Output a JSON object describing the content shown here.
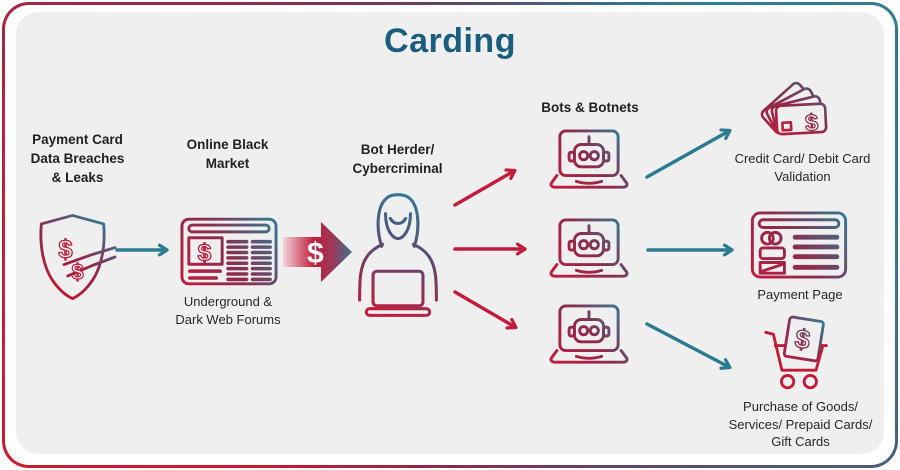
{
  "title": "Carding",
  "palette": {
    "title_teal": "#195e7d",
    "arrow_teal": "#2b7b90",
    "arrow_red": "#c31b3b",
    "maroon": "#8e2a4c",
    "purple": "#5c4870",
    "panel_bg": "#efeff0",
    "label_text": "#242021",
    "dollar_arrow_gradient": [
      "#f0d3da",
      "#c31b3b",
      "#9a3a58",
      "#3f7090"
    ]
  },
  "symbols": {
    "dollar": "$"
  },
  "nodes": {
    "breaches": {
      "label": "Payment Card\nData Breaches\n& Leaks",
      "icon": "shield-card-theft-icon"
    },
    "black_market": {
      "label": "Online Black\nMarket",
      "caption": "Underground &\nDark Web Forums",
      "icon": "dark-web-forum-icon"
    },
    "bot_herder": {
      "label": "Bot Herder/\nCybercriminal",
      "icon": "hooded-hacker-icon"
    },
    "botnets": {
      "label": "Bots & Botnets",
      "icon": "bot-laptop-icon",
      "count": 3
    },
    "outcomes": [
      {
        "label": "Credit Card/ Debit Card\nValidation",
        "icon": "credit-cards-icon"
      },
      {
        "label": "Payment Page",
        "icon": "payment-page-icon"
      },
      {
        "label": "Purchase of Goods/\nServices/ Prepaid Cards/\nGift Cards",
        "icon": "shopping-cart-icon"
      }
    ]
  }
}
